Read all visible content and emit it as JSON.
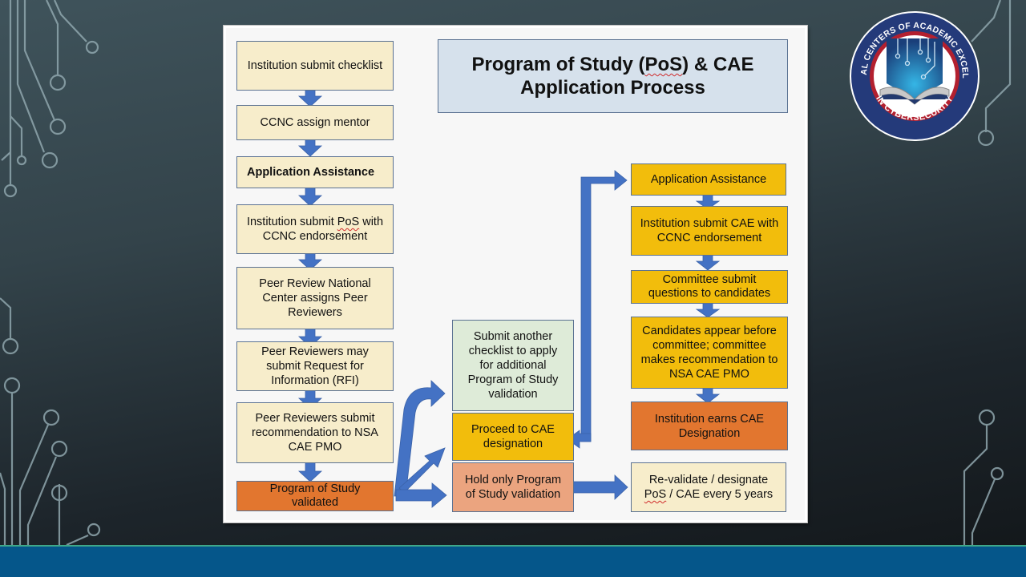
{
  "slide": {
    "title_line1_pre": "Program of Study (",
    "title_line1_pos": "PoS",
    "title_line1_post": ") & CAE",
    "title_line2": "Application Process"
  },
  "left_column": [
    {
      "id": "submit-checklist",
      "label": "Institution submit checklist",
      "color": "cream"
    },
    {
      "id": "assign-mentor",
      "label": "CCNC assign mentor",
      "color": "cream"
    },
    {
      "id": "application-assistance",
      "label": "Application Assistance",
      "color": "cream",
      "bold": true
    },
    {
      "id": "submit-pos",
      "label_pre": "Institution submit ",
      "label_pos": "PoS",
      "label_post": " with CCNC endorsement",
      "color": "cream"
    },
    {
      "id": "peer-review-center",
      "label": "Peer Review National Center assigns Peer Reviewers",
      "color": "cream"
    },
    {
      "id": "peer-rfi",
      "label": "Peer Reviewers may submit Request for Information (RFI)",
      "color": "cream"
    },
    {
      "id": "peer-recommendation",
      "label": "Peer Reviewers submit recommendation to NSA CAE PMO",
      "color": "cream"
    },
    {
      "id": "pos-validated",
      "label": "Program of Study validated",
      "color": "orange"
    }
  ],
  "middle_column": [
    {
      "id": "another-checklist",
      "label": "Submit another checklist to apply for additional Program of Study validation",
      "color": "green"
    },
    {
      "id": "proceed-cae",
      "label": "Proceed to CAE designation",
      "color": "gold"
    },
    {
      "id": "hold-pos",
      "label": "Hold only Program of Study validation",
      "color": "salmon"
    }
  ],
  "right_column": [
    {
      "id": "cae-application-assistance",
      "label": "Application Assistance",
      "color": "gold"
    },
    {
      "id": "submit-cae",
      "label": "Institution submit CAE with CCNC endorsement",
      "color": "gold"
    },
    {
      "id": "committee-questions",
      "label": "Committee submit questions to candidates",
      "color": "gold"
    },
    {
      "id": "candidates-appear",
      "label": "Candidates appear before committee; committee makes recommendation to NSA CAE PMO",
      "color": "gold"
    },
    {
      "id": "earns-cae",
      "label": "Institution earns CAE Designation",
      "color": "orange"
    },
    {
      "id": "revalidate",
      "label_line1": "Re-validate / designate",
      "label_pos": "PoS",
      "label_post": " / CAE every 5 years",
      "color": "cream"
    }
  ],
  "logo": {
    "top_text": "NATIONAL CENTERS OF ACADEMIC EXCELLENCE",
    "bottom_text": "IN CYBERSECURITY"
  },
  "colors": {
    "cream": "#f7edcb",
    "orange": "#e2762f",
    "gold": "#f2bd0c",
    "green": "#deebd8",
    "salmon": "#eba47f",
    "title_bg": "#d6e1ec",
    "arrow": "#4472c4",
    "footer": "#05568a"
  }
}
